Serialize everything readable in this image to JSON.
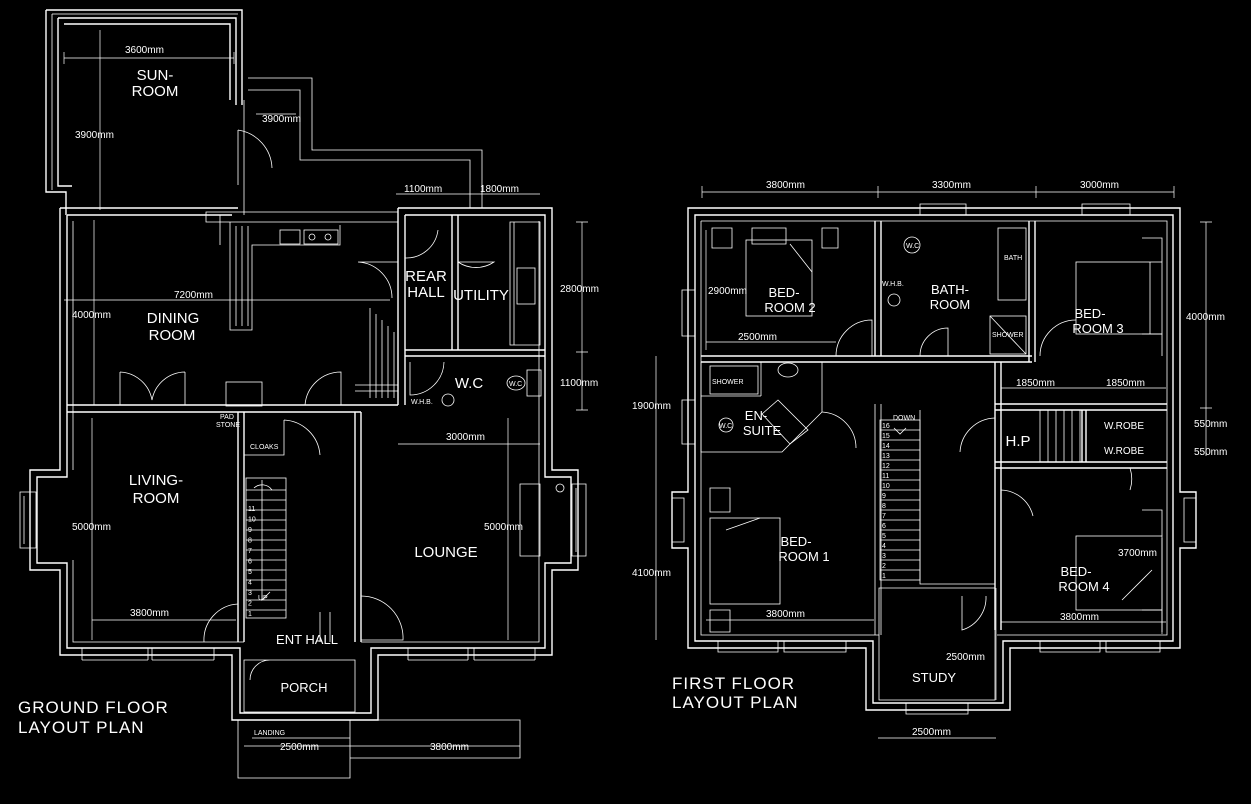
{
  "ground_floor": {
    "title_line1": "GROUND FLOOR",
    "title_line2": "LAYOUT PLAN",
    "rooms": {
      "sunroom_1": "SUN-",
      "sunroom_2": "ROOM",
      "dining_1": "DINING",
      "dining_2": "ROOM",
      "living_1": "LIVING-",
      "living_2": "ROOM",
      "lounge": "LOUNGE",
      "rear_hall_1": "REAR",
      "rear_hall_2": "HALL",
      "utility": "UTILITY",
      "wc": "W.C",
      "cloaks": "CLOAKS",
      "ent_hall": "ENT HALL",
      "porch": "PORCH",
      "landing": "LANDING",
      "pad_stone_1": "PAD",
      "pad_stone_2": "STONE",
      "whb": "W.H.B.",
      "wc_fixture": "W.C",
      "up": "UP"
    },
    "dims": {
      "sun_width": "3600mm",
      "sun_height": "3900mm",
      "sun_side": "3900mm",
      "rear_hall_w": "1100mm",
      "utility_w": "1800mm",
      "dining_w": "7200mm",
      "dining_h": "4000mm",
      "utility_h": "2800mm",
      "wc_h": "1100mm",
      "living_h": "5000mm",
      "living_w": "3800mm",
      "lounge_w": "3000mm",
      "lounge_h": "5000mm",
      "landing_w": "2500mm",
      "landing_ext": "3800mm"
    },
    "stairs": [
      "1",
      "2",
      "3",
      "4",
      "5",
      "6",
      "7",
      "8",
      "9",
      "10",
      "11"
    ]
  },
  "first_floor": {
    "title_line1": "FIRST FLOOR",
    "title_line2": "LAYOUT PLAN",
    "rooms": {
      "bed2_1": "BED-",
      "bed2_2": "ROOM 2",
      "bath_1": "BATH-",
      "bath_2": "ROOM",
      "bed3_1": "BED-",
      "bed3_2": "ROOM 3",
      "ensuite_1": "EN-",
      "ensuite_2": "SUITE",
      "hp": "H.P",
      "wrobe_1": "W.ROBE",
      "wrobe_2": "W.ROBE",
      "bed1_1": "BED-",
      "bed1_2": "ROOM 1",
      "bed4_1": "BED-",
      "bed4_2": "ROOM 4",
      "study": "STUDY",
      "shower_1": "SHOWER",
      "shower_2": "SHOWER",
      "bath_fixture": "BATH",
      "wc_1": "W.C",
      "wc_2": "W.C",
      "whb": "W.H.B.",
      "down": "DOWN"
    },
    "dims": {
      "top_1": "3800mm",
      "top_2": "3300mm",
      "top_3": "3000mm",
      "bed2_h": "2900mm",
      "bed2_w": "2500mm",
      "bed3_h": "4000mm",
      "hall_left": "1850mm",
      "hall_right": "1850mm",
      "wrobe_h1": "550mm",
      "wrobe_h2": "550mm",
      "ensuite_h": "1900mm",
      "bed1_h": "4100mm",
      "bed1_w": "3800mm",
      "bed4_h": "3700mm",
      "bed4_w": "3800mm",
      "study_h": "2500mm",
      "study_w": "2500mm"
    },
    "stairs": [
      "1",
      "2",
      "3",
      "4",
      "5",
      "6",
      "7",
      "8",
      "9",
      "10",
      "11",
      "12",
      "13",
      "14",
      "15",
      "16"
    ]
  }
}
